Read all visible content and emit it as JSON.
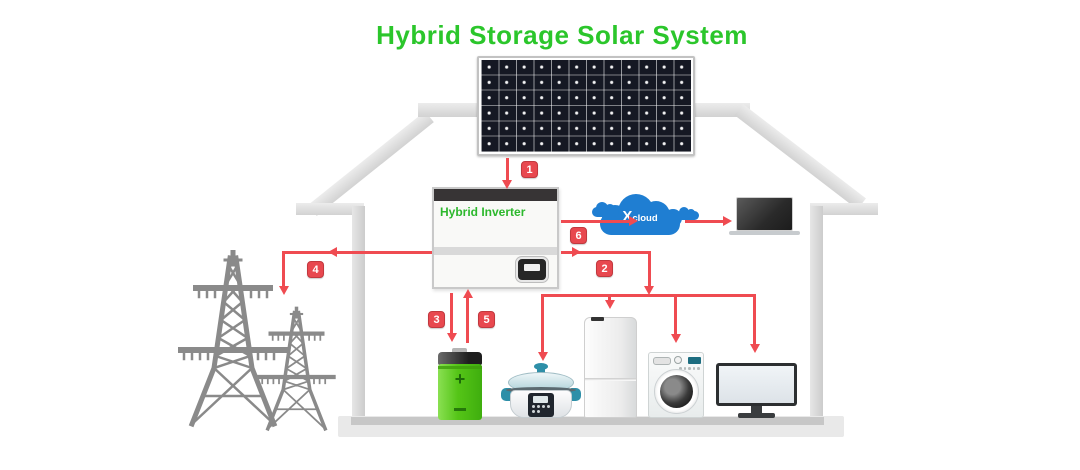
{
  "title": "Hybrid Storage Solar System",
  "diagram": {
    "inverter_label": "Hybrid Inverter",
    "cloud": {
      "x": "X",
      "word": "cloud"
    },
    "flow_badges": {
      "b1": "1",
      "b2": "2",
      "b3": "3",
      "b4": "4",
      "b5": "5",
      "b6": "6"
    }
  },
  "icons": {
    "solar_panel": "solar-panel-icon",
    "house": "house-outline",
    "power_towers": "transmission-towers-icon",
    "inverter_display": "inverter-display-icon",
    "cloud": "cloud-icon",
    "laptop": "laptop-icon",
    "battery": "battery-icon",
    "rice_cooker": "rice-cooker-icon",
    "refrigerator": "refrigerator-icon",
    "washing_machine": "washing-machine-icon",
    "monitor": "monitor-icon"
  },
  "colors": {
    "title_green": "#2bc62b",
    "inverter_label_green": "#2db82d",
    "arrow_red": "#ef4b51",
    "cloud_blue": "#1f7ed2",
    "battery_green": "#55c517",
    "tower_gray": "#8a8a8a",
    "house_gray": "#d6d6d6",
    "panel_dark": "#151823"
  }
}
